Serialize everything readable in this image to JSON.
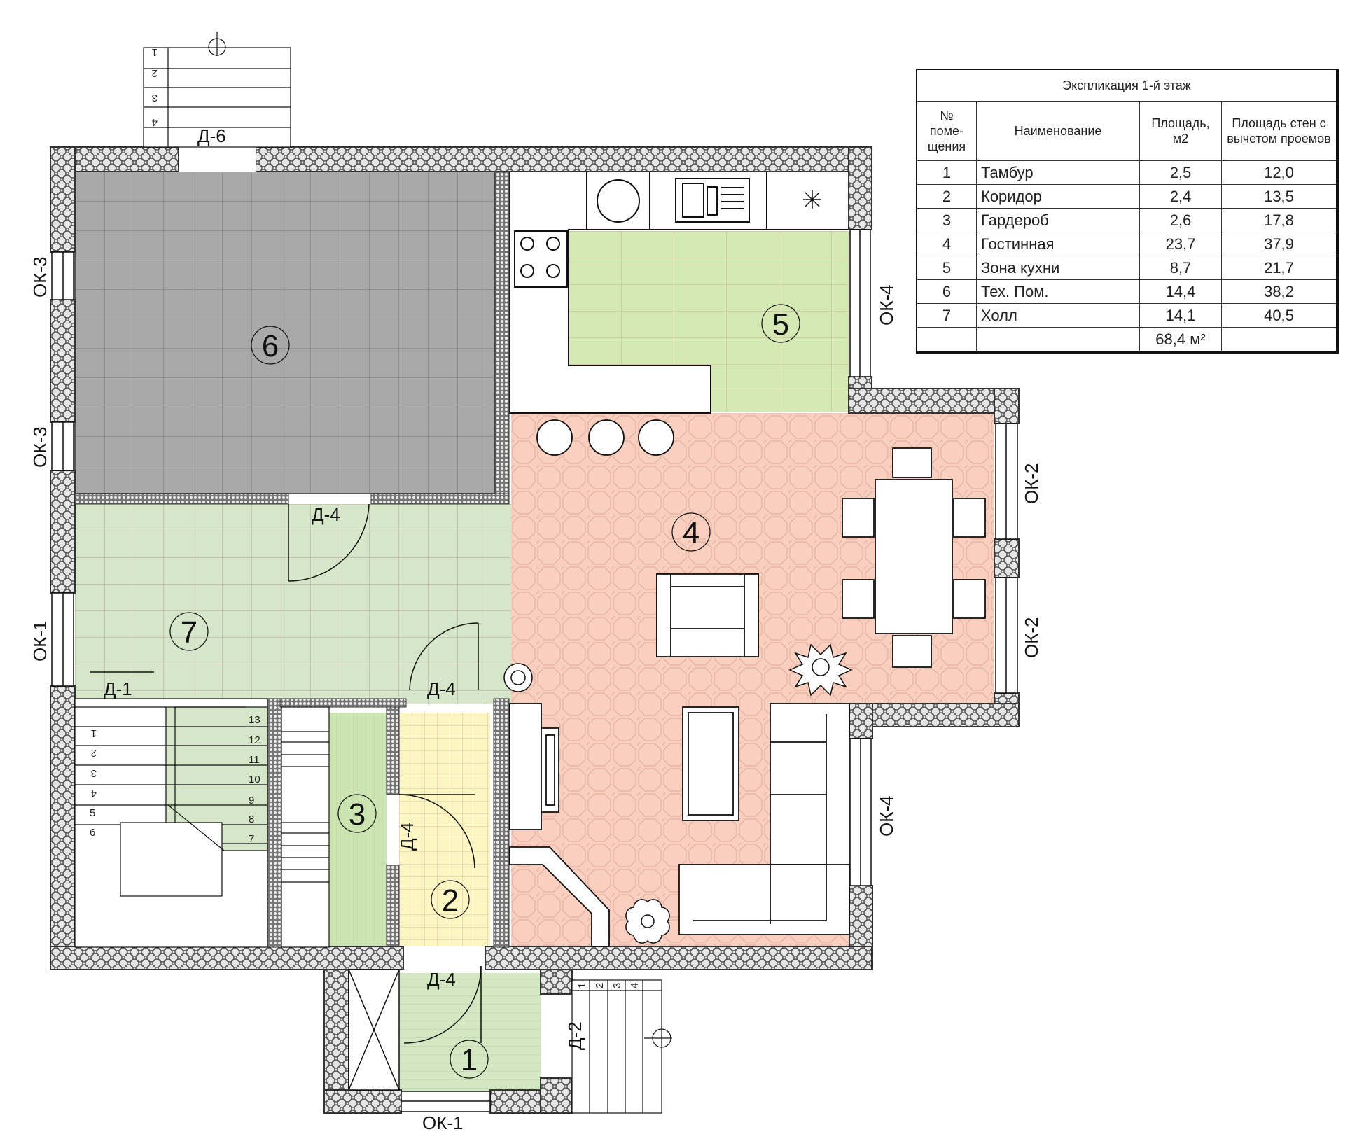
{
  "plan": {
    "rooms": [
      {
        "number": "1",
        "color": "#d3e8c2"
      },
      {
        "number": "2",
        "color": "#fbf6c2"
      },
      {
        "number": "3",
        "color": "#cde5b2"
      },
      {
        "number": "4",
        "color": "#f9cfc0"
      },
      {
        "number": "5",
        "color": "#d4e9b4"
      },
      {
        "number": "6",
        "color": "#a9a9a9"
      },
      {
        "number": "7",
        "color": "#d5e6c9"
      }
    ],
    "doors": [
      "Д-6",
      "Д-4",
      "Д-4",
      "Д-4",
      "Д-1",
      "Д-2",
      "Д-4"
    ],
    "windows": [
      "ОК-3",
      "ОК-3",
      "ОК-1",
      "ОК-4",
      "ОК-2",
      "ОК-2",
      "ОК-4",
      "ОК-1"
    ],
    "stairs_main": {
      "left_steps": [
        "1",
        "2",
        "3",
        "4",
        "5",
        "6"
      ],
      "right_steps": [
        "13",
        "12",
        "11",
        "10",
        "9",
        "8",
        "7"
      ]
    },
    "stairs_top": [
      "1",
      "2",
      "3",
      "4"
    ],
    "stairs_entry": [
      "1",
      "2",
      "3",
      "4"
    ]
  },
  "explication": {
    "title": "Экспликация 1-й этаж",
    "headers": [
      "№ поме-щения",
      "Наименование",
      "Площадь, м2",
      "Площадь стен с вычетом проемов"
    ],
    "rows": [
      {
        "no": "1",
        "name": "Тамбур",
        "area": "2,5",
        "wall_area": "12,0"
      },
      {
        "no": "2",
        "name": "Коридор",
        "area": "2,4",
        "wall_area": "13,5"
      },
      {
        "no": "3",
        "name": "Гардероб",
        "area": "2,6",
        "wall_area": "17,8"
      },
      {
        "no": "4",
        "name": "Гостинная",
        "area": "23,7",
        "wall_area": "37,9"
      },
      {
        "no": "5",
        "name": "Зона кухни",
        "area": "8,7",
        "wall_area": "21,7"
      },
      {
        "no": "6",
        "name": "Тех. Пом.",
        "area": "14,4",
        "wall_area": "38,2"
      },
      {
        "no": "7",
        "name": "Холл",
        "area": "14,1",
        "wall_area": "40,5"
      }
    ],
    "total": "68,4 м²"
  }
}
